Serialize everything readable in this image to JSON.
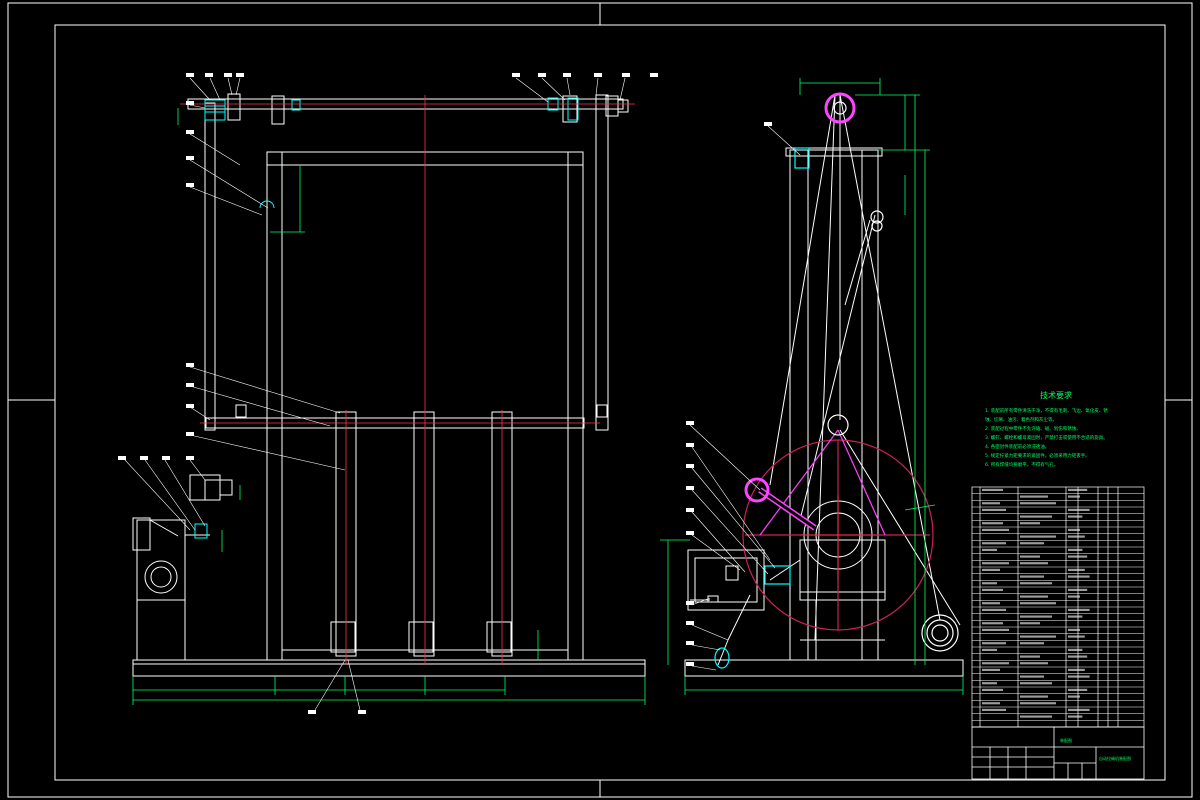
{
  "drawing": {
    "technical_notes": {
      "title": "技术要求",
      "lines": [
        "1. 装配前所有零件清洗干净，不得有毛刺、飞边、氧化皮、锈",
        "蚀、切屑、油污、着色剂和灰尘等。",
        "2. 装配过程中零件不允许磕、碰、划伤和锈蚀。",
        "3. 螺钉、螺栓和螺母紧固时，严禁打击或使用不合适的旋具。",
        "4. 各密封件装配前必须浸透油。",
        "5. 规定拧紧力矩要求的紧固件，必须采用力矩扳手。",
        "6. 所有焊缝均要磨平，不得有气孔。"
      ]
    },
    "title_block": {
      "drawing_name": "自动拉绳机装配图",
      "material": "装配图"
    },
    "colors": {
      "background": "#000000",
      "outline": "#ffffff",
      "dimension": "#00ff66",
      "center_line": "#ff3344",
      "pulley": "#ff44ff",
      "flywheel": "#cc2255",
      "hatch": "#00ffff",
      "leader": "#ffffff"
    }
  }
}
